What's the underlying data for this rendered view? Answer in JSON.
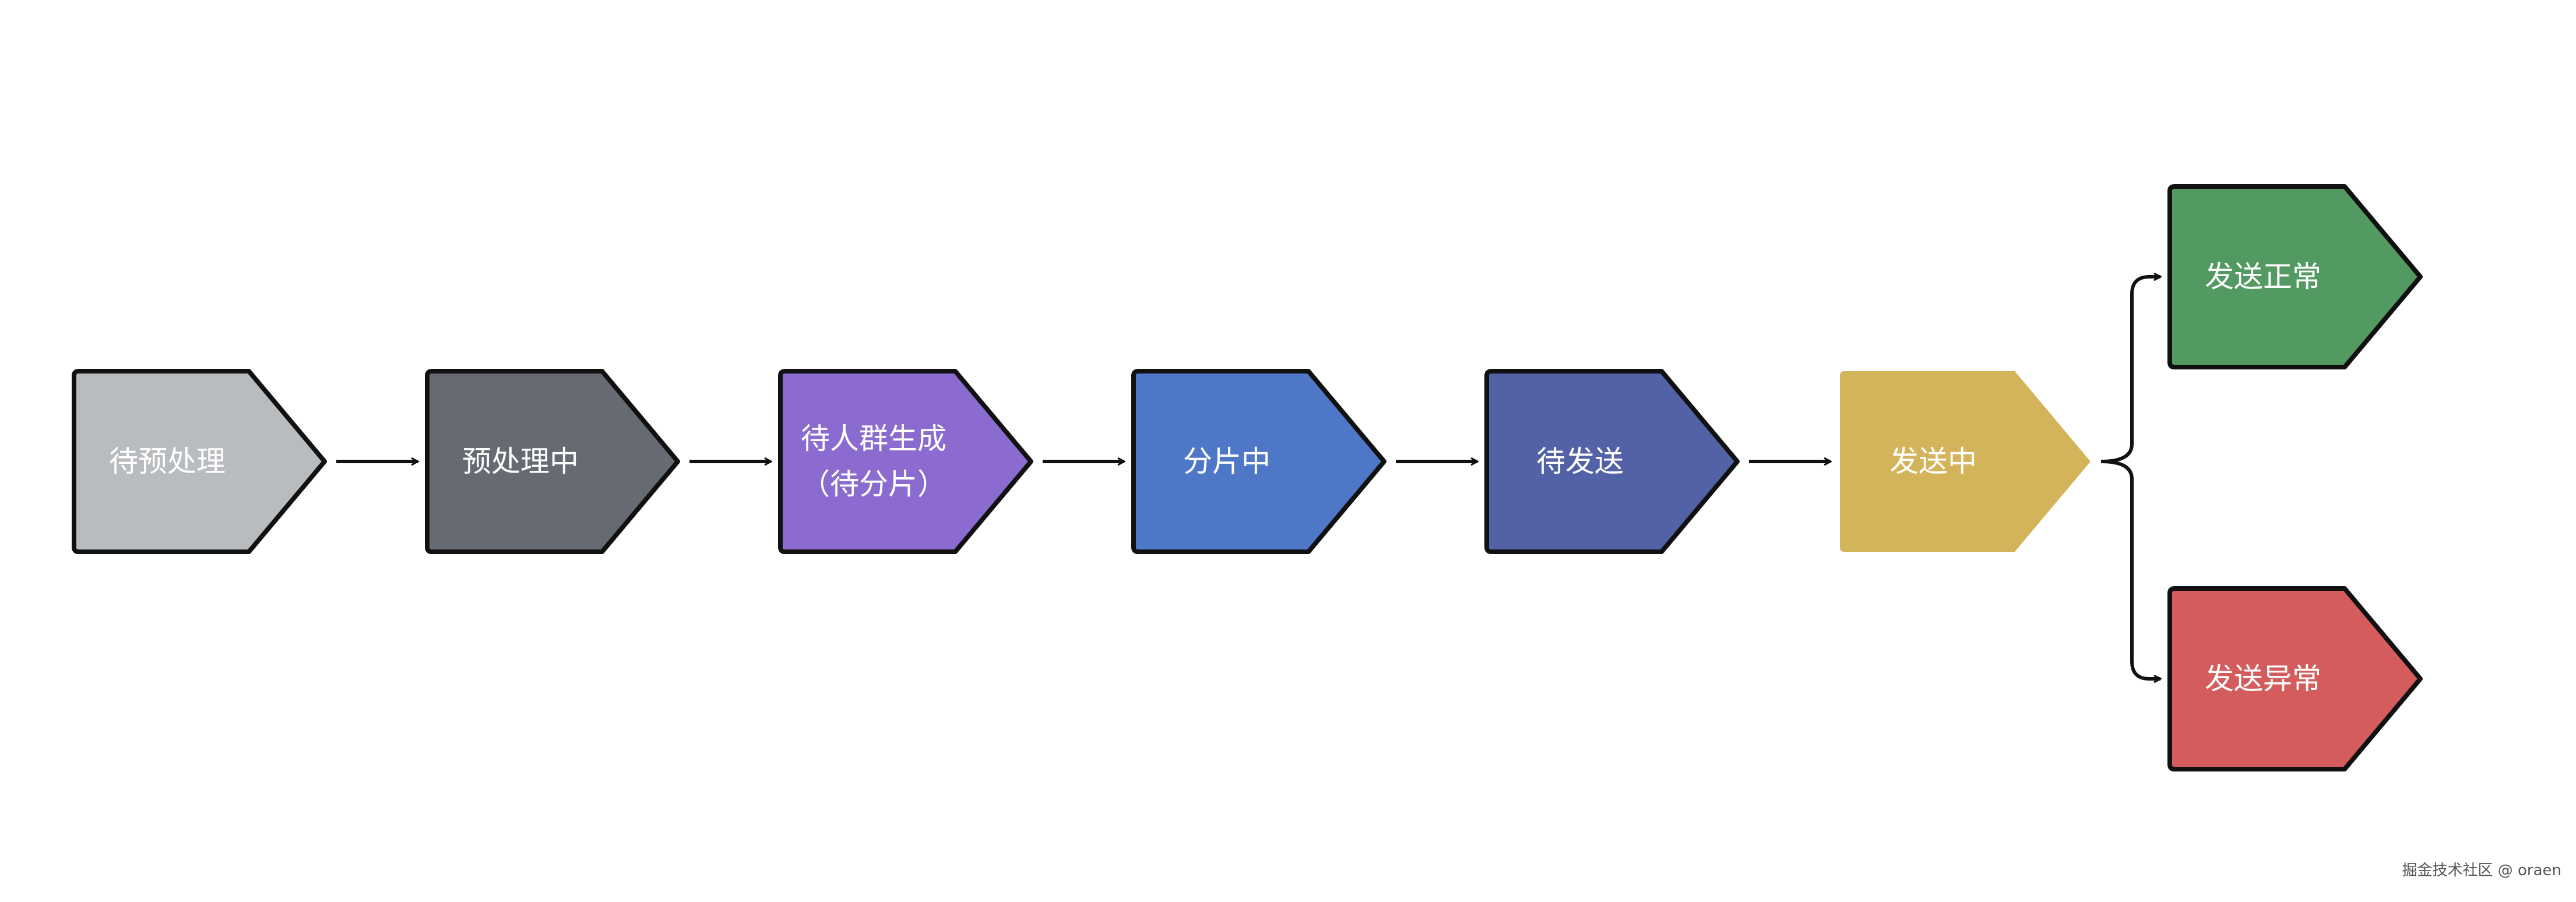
{
  "diagram": {
    "nodes": [
      {
        "id": "pending-preprocess",
        "lines": [
          "待预处理"
        ],
        "color": "#b9bcbf",
        "outlined": true
      },
      {
        "id": "preprocessing",
        "lines": [
          "预处理中"
        ],
        "color": "#666a72",
        "outlined": true
      },
      {
        "id": "pending-audience",
        "lines": [
          "待人群生成",
          "（待分片）"
        ],
        "color": "#8b6bcf",
        "outlined": true
      },
      {
        "id": "sharding",
        "lines": [
          "分片中"
        ],
        "color": "#4f77c8",
        "outlined": true
      },
      {
        "id": "pending-send",
        "lines": [
          "待发送"
        ],
        "color": "#5362a7",
        "outlined": true
      },
      {
        "id": "sending",
        "lines": [
          "发送中"
        ],
        "color": "#d4b45a",
        "outlined": false
      },
      {
        "id": "send-normal",
        "lines": [
          "发送正常"
        ],
        "color": "#529a61",
        "outlined": true
      },
      {
        "id": "send-abnormal",
        "lines": [
          "发送异常"
        ],
        "color": "#d45c5c",
        "outlined": true
      }
    ],
    "edges": [
      {
        "from": "pending-preprocess",
        "to": "preprocessing"
      },
      {
        "from": "preprocessing",
        "to": "pending-audience"
      },
      {
        "from": "pending-audience",
        "to": "sharding"
      },
      {
        "from": "sharding",
        "to": "pending-send"
      },
      {
        "from": "pending-send",
        "to": "sending"
      },
      {
        "from": "sending",
        "to": "send-normal",
        "kind": "branch"
      },
      {
        "from": "sending",
        "to": "send-abnormal",
        "kind": "branch"
      }
    ]
  },
  "watermark": "掘金技术社区 @ oraen"
}
